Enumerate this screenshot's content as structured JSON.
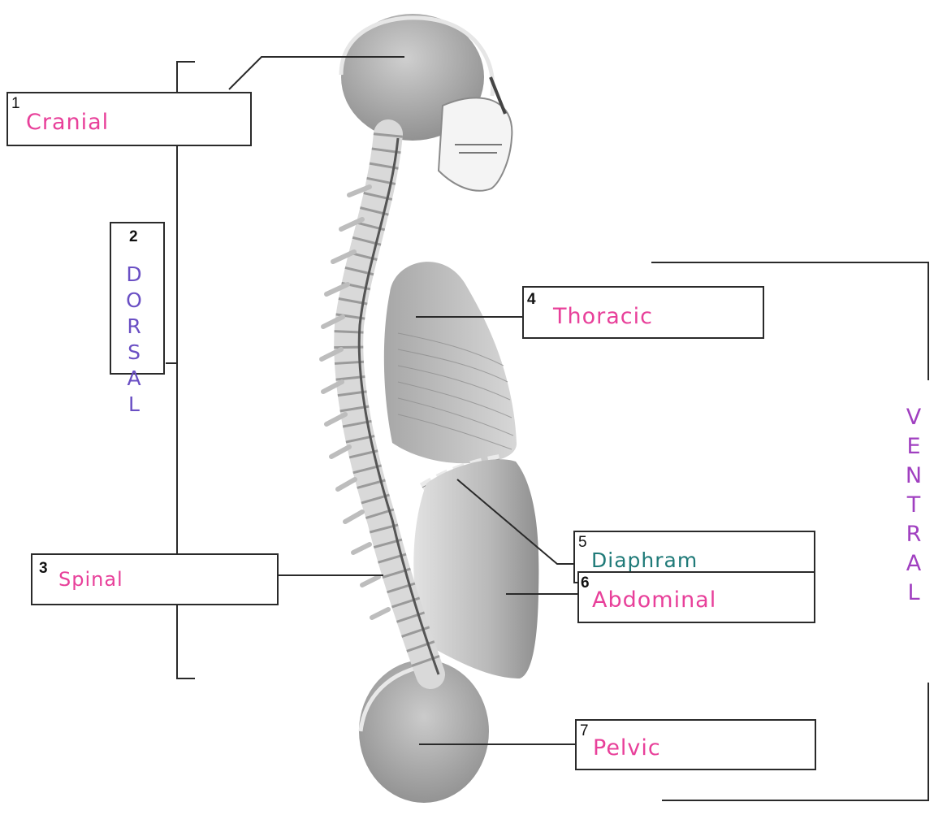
{
  "colors": {
    "label_pink": "#e8409a",
    "label_teal": "#1f7a78",
    "label_purple": "#6a4fc4",
    "line": "#2a2a2a",
    "body_gray": "#9c9c9c"
  },
  "labels": {
    "cranial": {
      "number": "1",
      "text": "Cranial"
    },
    "dorsal": {
      "number": "2",
      "letters": [
        "D",
        "O",
        "R",
        "S",
        "A",
        "L"
      ]
    },
    "spinal": {
      "number": "3",
      "text": "Spinal"
    },
    "thoracic": {
      "number": "4",
      "text": "Thoracic"
    },
    "diaphragm": {
      "number": "5",
      "text": "Diaphram"
    },
    "abdominal": {
      "number": "6",
      "text": "Abdominal"
    },
    "pelvic": {
      "number": "7",
      "text": "Pelvic"
    }
  },
  "ventral": {
    "letters": [
      "V",
      "E",
      "N",
      "T",
      "R",
      "A",
      "L"
    ]
  }
}
